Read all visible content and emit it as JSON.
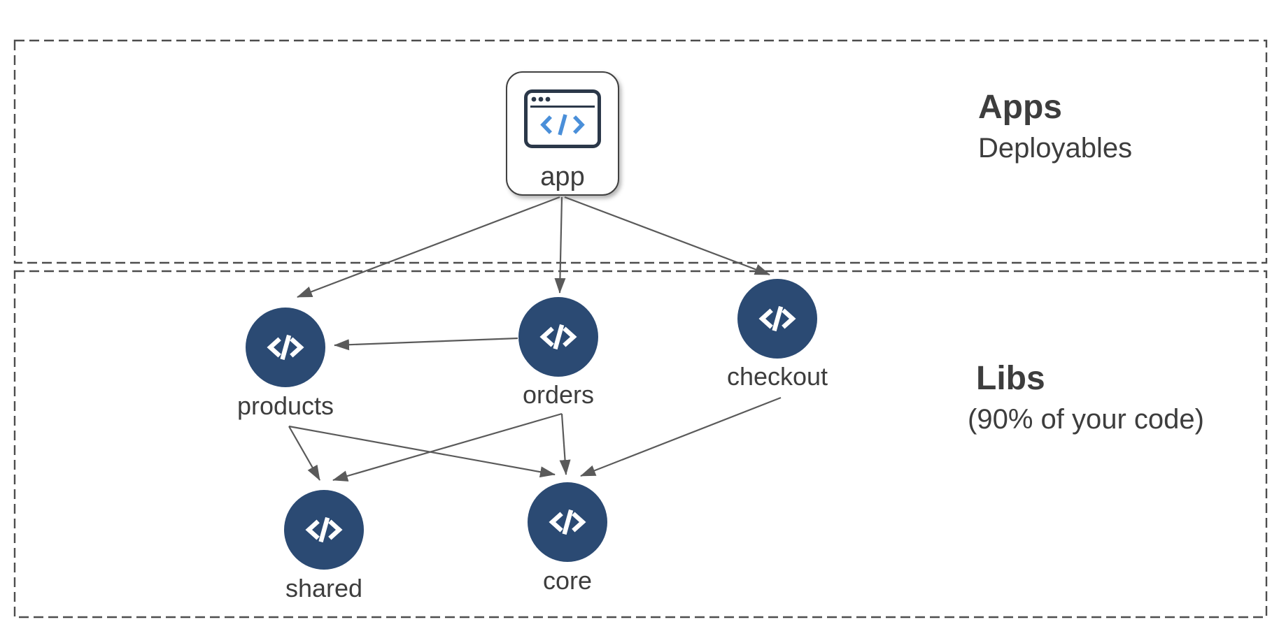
{
  "sections": {
    "apps": {
      "title": "Apps",
      "subtitle": "Deployables"
    },
    "libs": {
      "title": "Libs",
      "subtitle": "(90% of your code)"
    }
  },
  "nodes": {
    "app": {
      "label": "app",
      "icon": "browser-code-icon"
    },
    "products": {
      "label": "products",
      "icon": "code-icon"
    },
    "orders": {
      "label": "orders",
      "icon": "code-icon"
    },
    "checkout": {
      "label": "checkout",
      "icon": "code-icon"
    },
    "shared": {
      "label": "shared",
      "icon": "code-icon"
    },
    "core": {
      "label": "core",
      "icon": "code-icon"
    }
  },
  "edges": [
    {
      "from": "app",
      "to": "products"
    },
    {
      "from": "app",
      "to": "orders"
    },
    {
      "from": "app",
      "to": "checkout"
    },
    {
      "from": "orders",
      "to": "products"
    },
    {
      "from": "products",
      "to": "shared"
    },
    {
      "from": "products",
      "to": "core"
    },
    {
      "from": "orders",
      "to": "shared"
    },
    {
      "from": "orders",
      "to": "core"
    },
    {
      "from": "checkout",
      "to": "core"
    }
  ],
  "colors": {
    "background": "#ffffff",
    "lib_node_fill": "#2b4a73",
    "browser_stroke": "#2b3849",
    "browser_code_blue": "#4a8fd9",
    "edge": "#5a5a5a",
    "border_dashed": "#4d4d4d",
    "text": "#3d3d3d"
  }
}
